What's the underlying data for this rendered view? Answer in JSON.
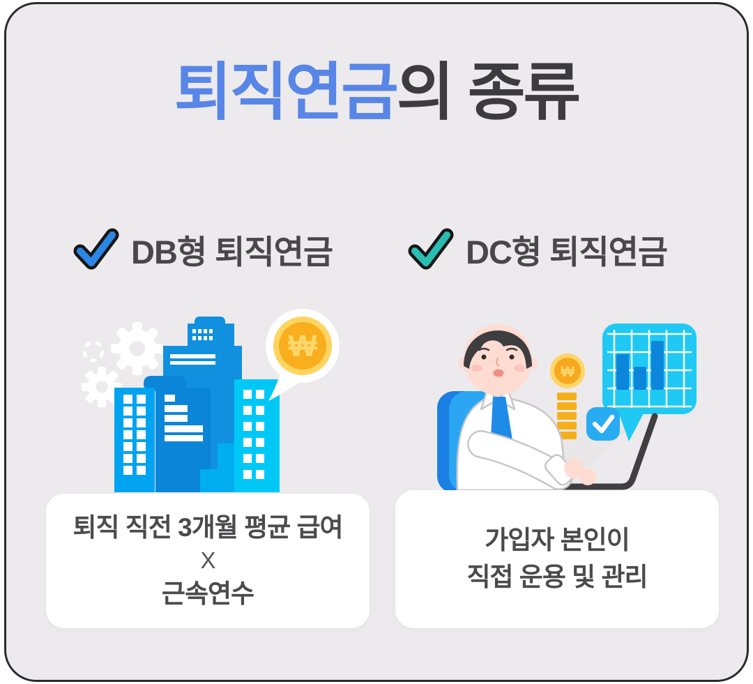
{
  "title": {
    "highlight": "퇴직연금",
    "rest": "의 종류"
  },
  "won_symbol": "₩",
  "colors": {
    "background": "#ECEAEC",
    "frame_border": "#2B2B2D",
    "title_highlight": "#5886E6",
    "title_text": "#3C3C3E",
    "card_background": "#FFFFFF",
    "building_blue": "#0A85D8",
    "building_cyan": "#00C8F6",
    "coin_gold": "#F8AE1D",
    "chart_bubble_cyan": "#1FC9F4"
  },
  "sections": [
    {
      "id": "db",
      "heading": "DB형 퇴직연금",
      "check_color": "#2B87E5",
      "illustration": "office-buildings-gears-won-coin",
      "card_lines": [
        "퇴직 직전 3개월 평균 급여",
        "X",
        "근속연수"
      ]
    },
    {
      "id": "dc",
      "heading": "DC형 퇴직연금",
      "check_color": "#29BEB2",
      "illustration": "worker-laptop-coins-bar-chart",
      "card_lines": [
        "가입자 본인이",
        "직접 운용 및 관리"
      ]
    }
  ]
}
